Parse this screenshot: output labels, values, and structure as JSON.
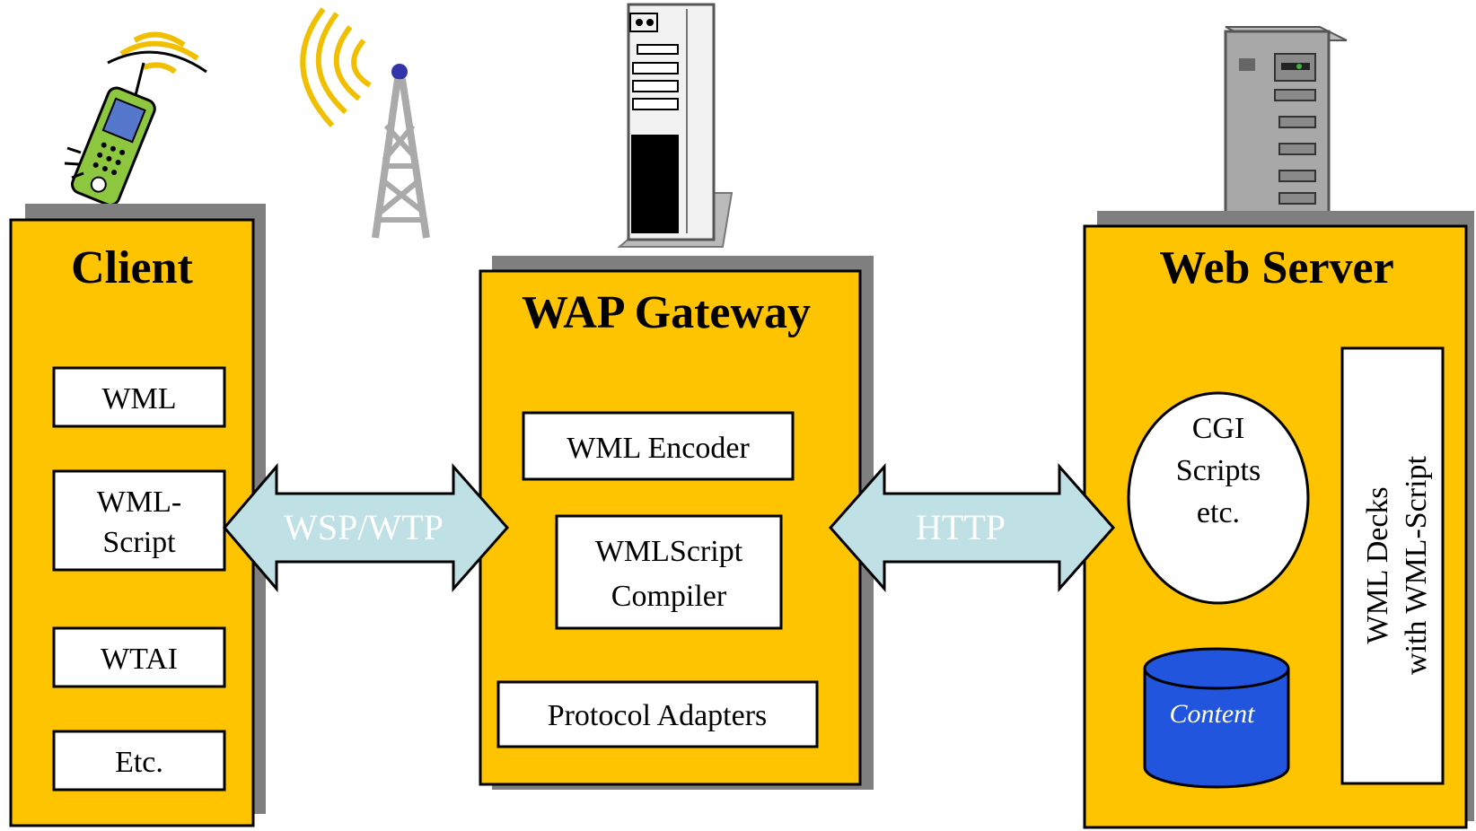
{
  "client": {
    "title": "Client",
    "items": [
      "WML",
      "WML-",
      "Script",
      "WTAI",
      "Etc."
    ]
  },
  "gateway": {
    "title": "WAP Gateway",
    "items": [
      "WML Encoder",
      "WMLScript",
      "Compiler",
      "Protocol Adapters"
    ]
  },
  "server": {
    "title": "Web Server",
    "cgi": [
      "CGI",
      "Scripts",
      "etc."
    ],
    "content": "Content",
    "decks": [
      "WML Decks",
      "with WML-Script"
    ]
  },
  "links": {
    "left": "WSP/WTP",
    "right": "HTTP"
  },
  "colors": {
    "block": "#FFC400",
    "arrow": "#BFE0E4",
    "database": "#2255DD"
  }
}
